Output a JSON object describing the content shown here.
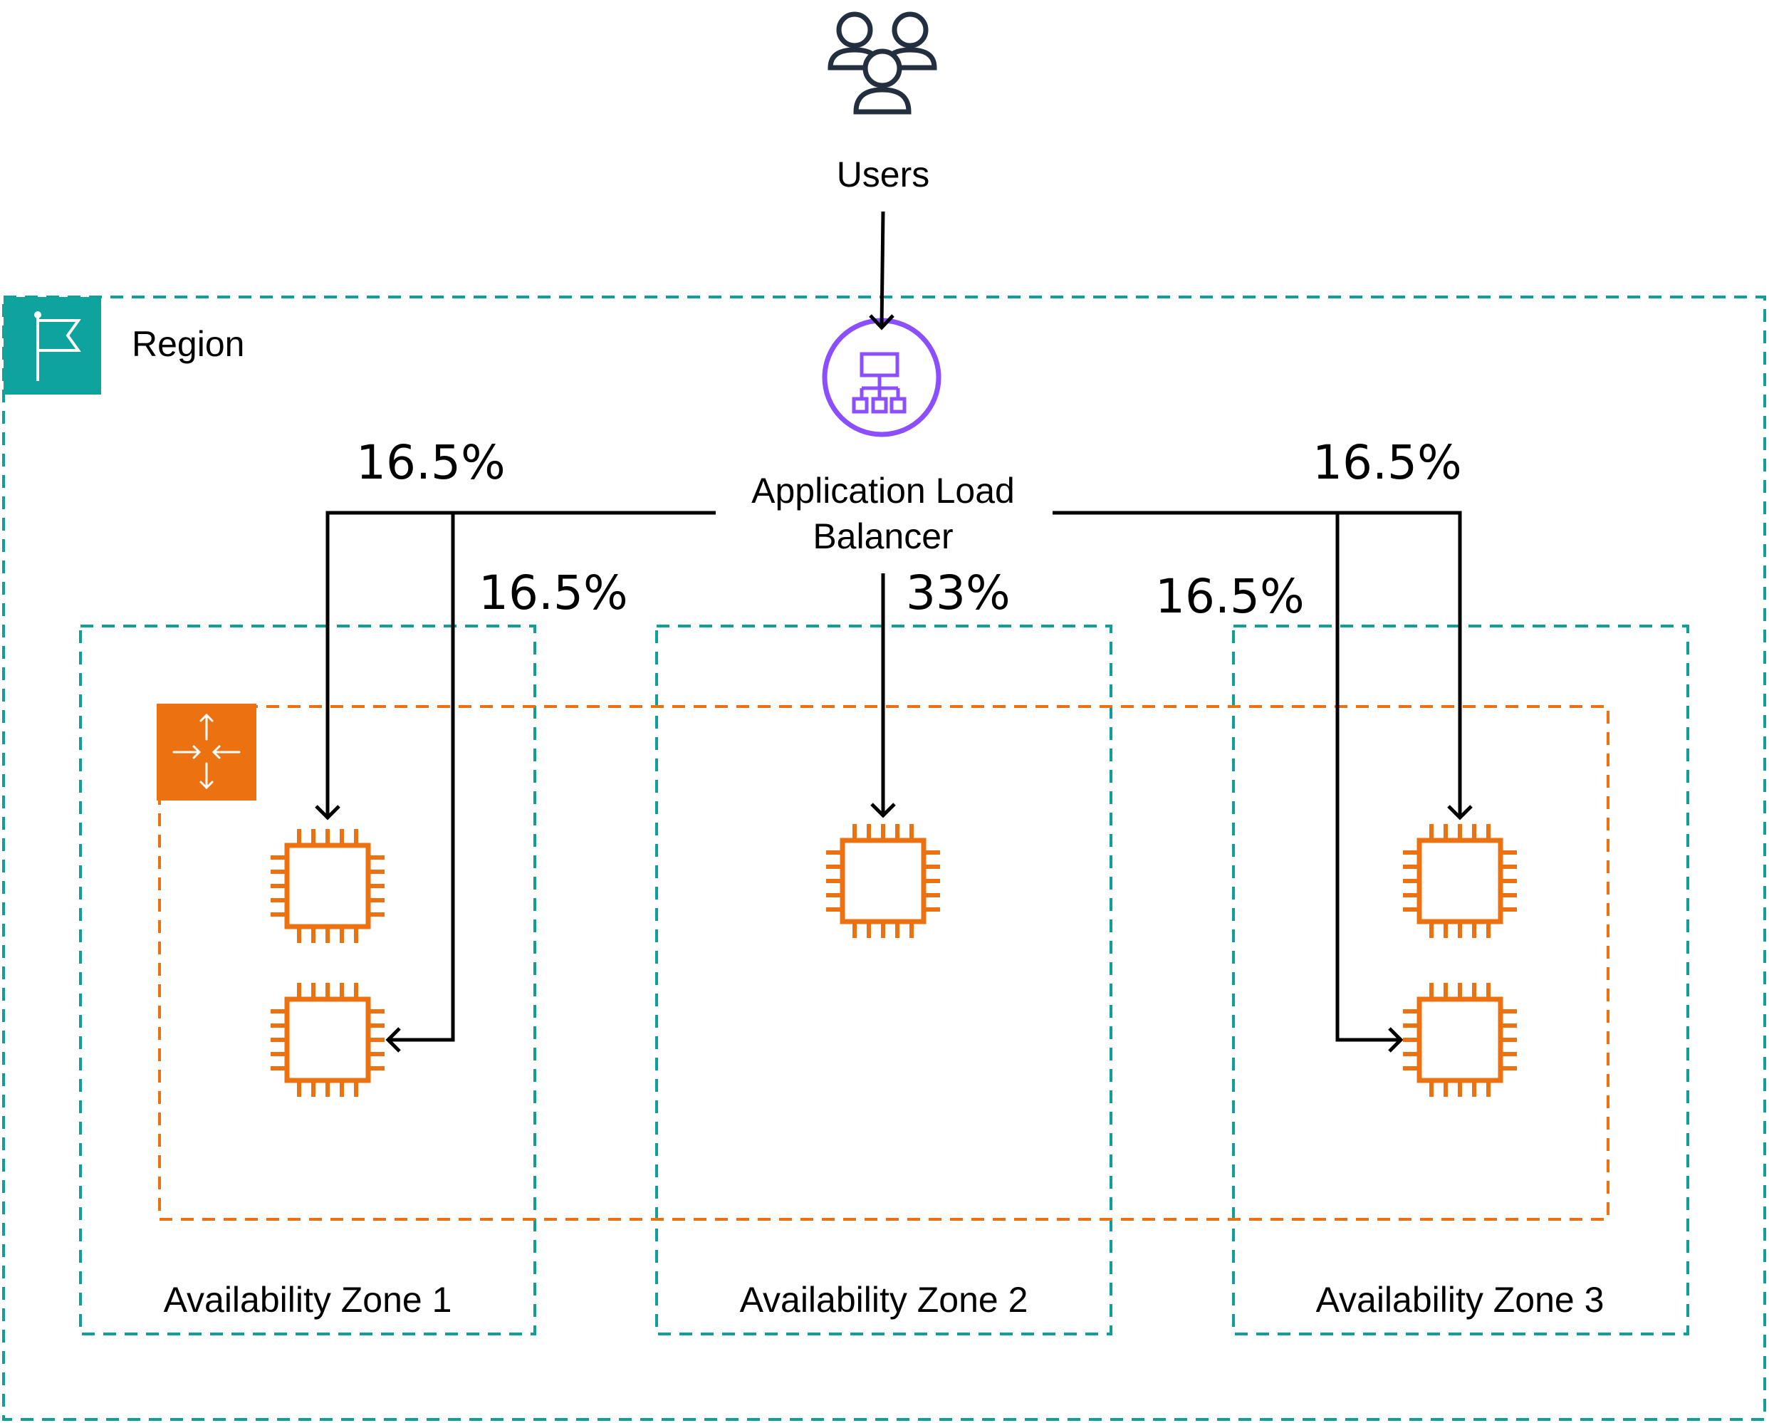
{
  "users": {
    "label": "Users",
    "icon": "users-group-icon"
  },
  "region": {
    "label": "Region",
    "icon": "region-flag-icon"
  },
  "load_balancer": {
    "line1": "Application Load",
    "line2": "Balancer",
    "icon": "application-load-balancer-icon"
  },
  "auto_scaling_group": {
    "icon": "auto-scaling-icon"
  },
  "zones": [
    {
      "label": "Availability Zone 1"
    },
    {
      "label": "Availability Zone 2"
    },
    {
      "label": "Availability Zone 3"
    }
  ],
  "traffic": {
    "az1_top": "16.5%",
    "az1_bottom": "16.5%",
    "az2": "33%",
    "az3_top": "16.5%",
    "az3_bottom": "16.5%"
  },
  "instance_icon": "ec2-instance-chip-icon",
  "colors": {
    "teal": "#0f9e98",
    "teal_fill": "#0fa39d",
    "orange": "#ec7211",
    "orange_fill": "#ec7211",
    "purple": "#8c4fff",
    "dark": "#232f3e"
  }
}
